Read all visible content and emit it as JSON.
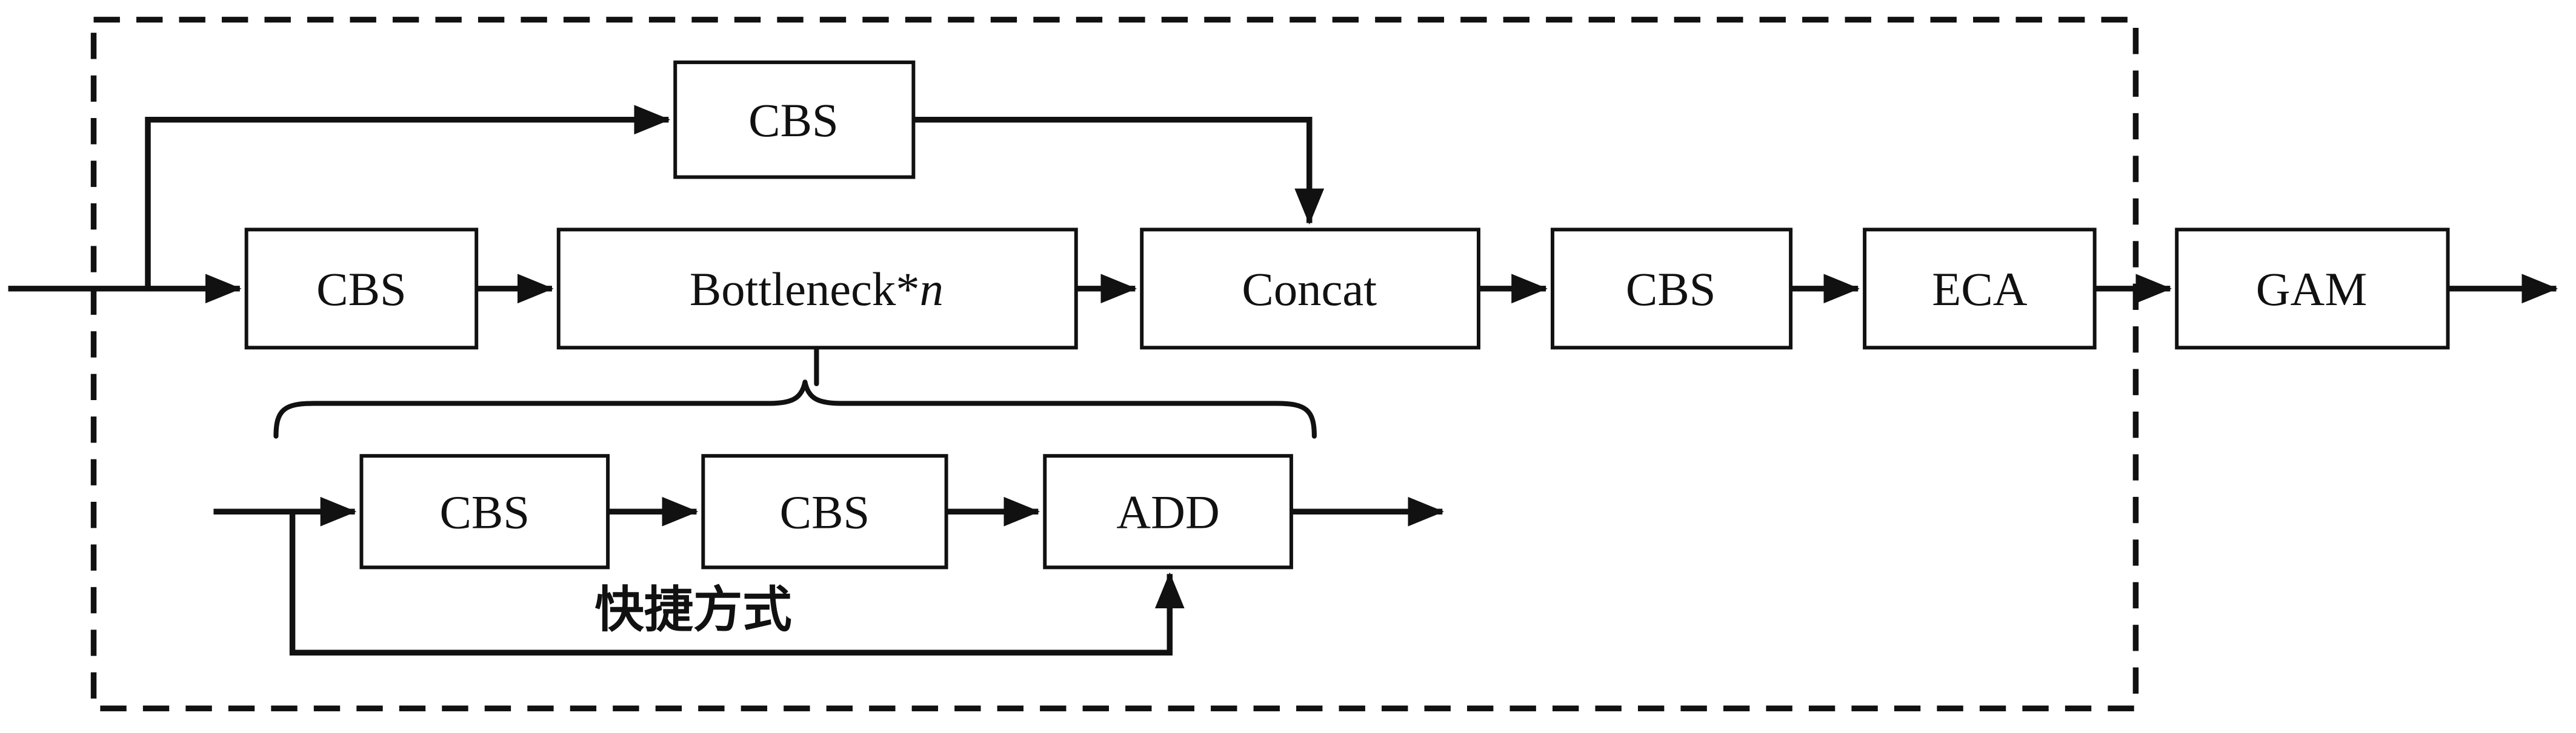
{
  "nodes": {
    "top_cbs": {
      "label": "CBS"
    },
    "cbs1": {
      "label": "CBS"
    },
    "bottleneck": {
      "label_prefix": "Bottleneck*",
      "label_n": "n"
    },
    "concat": {
      "label": "Concat"
    },
    "cbs2": {
      "label": "CBS"
    },
    "eca": {
      "label": "ECA"
    },
    "gam": {
      "label": "GAM"
    },
    "sub_cbs1": {
      "label": "CBS"
    },
    "sub_cbs2": {
      "label": "CBS"
    },
    "add": {
      "label": "ADD"
    }
  },
  "annotations": {
    "shortcut_label": "快捷方式"
  },
  "colors": {
    "line": "#111111",
    "box_fill": "#ffffff",
    "background": "#ffffff"
  }
}
